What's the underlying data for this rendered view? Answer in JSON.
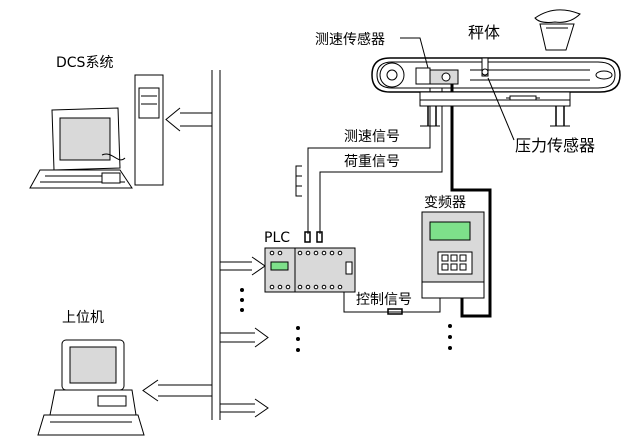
{
  "labels": {
    "dcs": "DCS系统",
    "host": "上位机",
    "plc": "PLC",
    "speed_sensor": "测速传感器",
    "scale_body": "秤体",
    "pressure_sensor": "压力传感器",
    "speed_signal": "测速信号",
    "load_signal": "荷重信号",
    "vfd": "变频器",
    "control_signal": "控制信号"
  }
}
